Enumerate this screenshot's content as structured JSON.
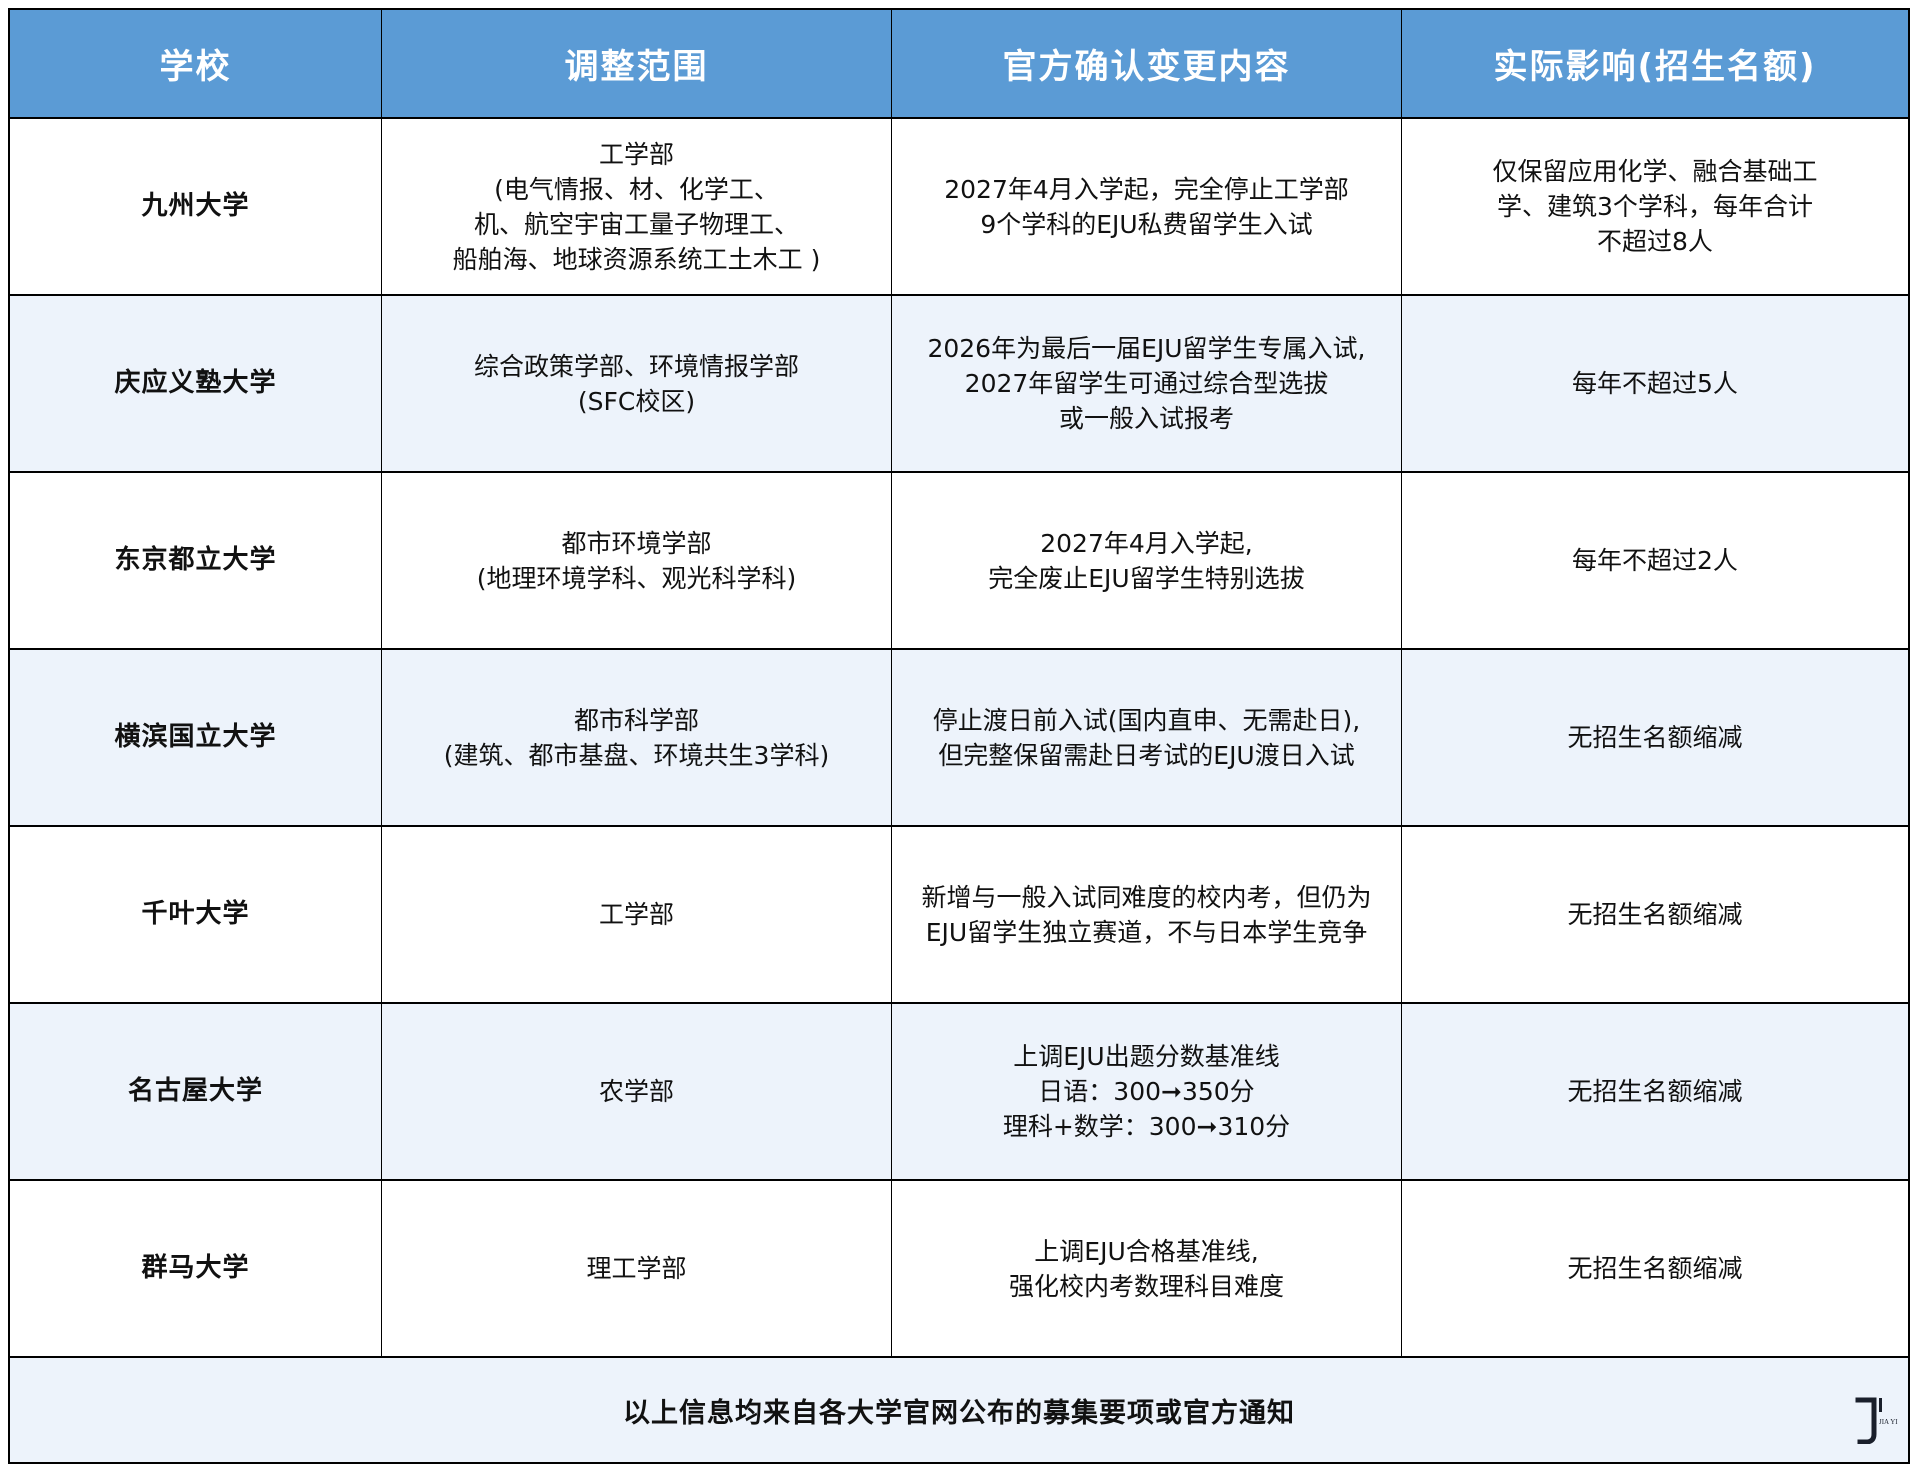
{
  "colors": {
    "header_bg": "#5b9bd5",
    "header_text": "#ffffff",
    "alt_row_bg": "#edf3fb",
    "border": "#000000",
    "text": "#111111"
  },
  "table": {
    "headers": [
      "学校",
      "调整范围",
      "官方确认变更内容",
      "实际影响(招生名额)"
    ],
    "rows": [
      {
        "school": "九州大学",
        "scope": [
          "工学部",
          "(电气情报、材、化学工、",
          "机、航空宇宙工量子物理工、",
          "船舶海、地球资源系统工土木工 )"
        ],
        "change": [
          "2027年4月入学起，完全停止工学部",
          "9个学科的EJU私费留学生入试"
        ],
        "impact": [
          "仅保留应用化学、融合基础工",
          "学、建筑3个学科，每年合计",
          "不超过8人"
        ]
      },
      {
        "school": "庆应义塾大学",
        "scope": [
          "综合政策学部、环境情报学部",
          "(SFC校区)"
        ],
        "change": [
          "2026年为最后一届EJU留学生专属入试,",
          "2027年留学生可通过综合型选拔",
          "或一般入试报考"
        ],
        "impact": [
          "每年不超过5人"
        ]
      },
      {
        "school": "东京都立大学",
        "scope": [
          "都市环境学部",
          "(地理环境学科、观光科学科)"
        ],
        "change": [
          "2027年4月入学起,",
          "完全废止EJU留学生特别选拔"
        ],
        "impact": [
          "每年不超过2人"
        ]
      },
      {
        "school": "横滨国立大学",
        "scope": [
          "都市科学部",
          "(建筑、都市基盘、环境共生3学科)"
        ],
        "change": [
          "停止渡日前入试(国内直申、无需赴日),",
          "但完整保留需赴日考试的EJU渡日入试"
        ],
        "impact": [
          "无招生名额缩减"
        ]
      },
      {
        "school": "千叶大学",
        "scope": [
          "工学部"
        ],
        "change": [
          "新增与一般入试同难度的校内考，但仍为",
          "EJU留学生独立赛道，不与日本学生竞争"
        ],
        "impact": [
          "无招生名额缩减"
        ]
      },
      {
        "school": "名古屋大学",
        "scope": [
          "农学部"
        ],
        "change": [
          "上调EJU出题分数基准线",
          "日语：300➞350分",
          "理科+数学：300➞310分"
        ],
        "impact": [
          "无招生名额缩减"
        ]
      },
      {
        "school": "群马大学",
        "scope": [
          "理工学部"
        ],
        "change": [
          "上调EJU合格基准线,",
          "强化校内考数理科目难度"
        ],
        "impact": [
          "无招生名额缩减"
        ]
      }
    ],
    "footer": "以上信息均来自各大学官网公布的募集要项或官方通知"
  },
  "logo": {
    "icon": "jiayi-logo-icon",
    "letter": "J",
    "text": "JIA YI"
  }
}
